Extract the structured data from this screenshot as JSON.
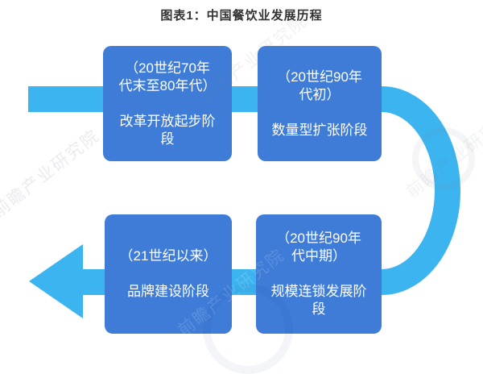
{
  "title": "图表1：中国餐饮业发展历程",
  "colors": {
    "arrow": "#3CB4F0",
    "box": "#3E7CD8",
    "box_text": "#FFFFFF",
    "title_text": "#333333"
  },
  "flow": {
    "stages": [
      {
        "position": "top-left",
        "period": "（20世纪70年\n代末至80年代）",
        "name": "改革开放起步阶\n段"
      },
      {
        "position": "top-right",
        "period": "（20世纪90年\n代初）",
        "name": "数量型扩张阶段"
      },
      {
        "position": "bottom-right",
        "period": "（20世纪90年\n代中期）",
        "name": "规模连锁发展阶\n段"
      },
      {
        "position": "bottom-left",
        "period": "（21世纪以来）",
        "name": "品牌建设阶段"
      }
    ]
  },
  "watermark": {
    "text": "前瞻产业研究院"
  }
}
